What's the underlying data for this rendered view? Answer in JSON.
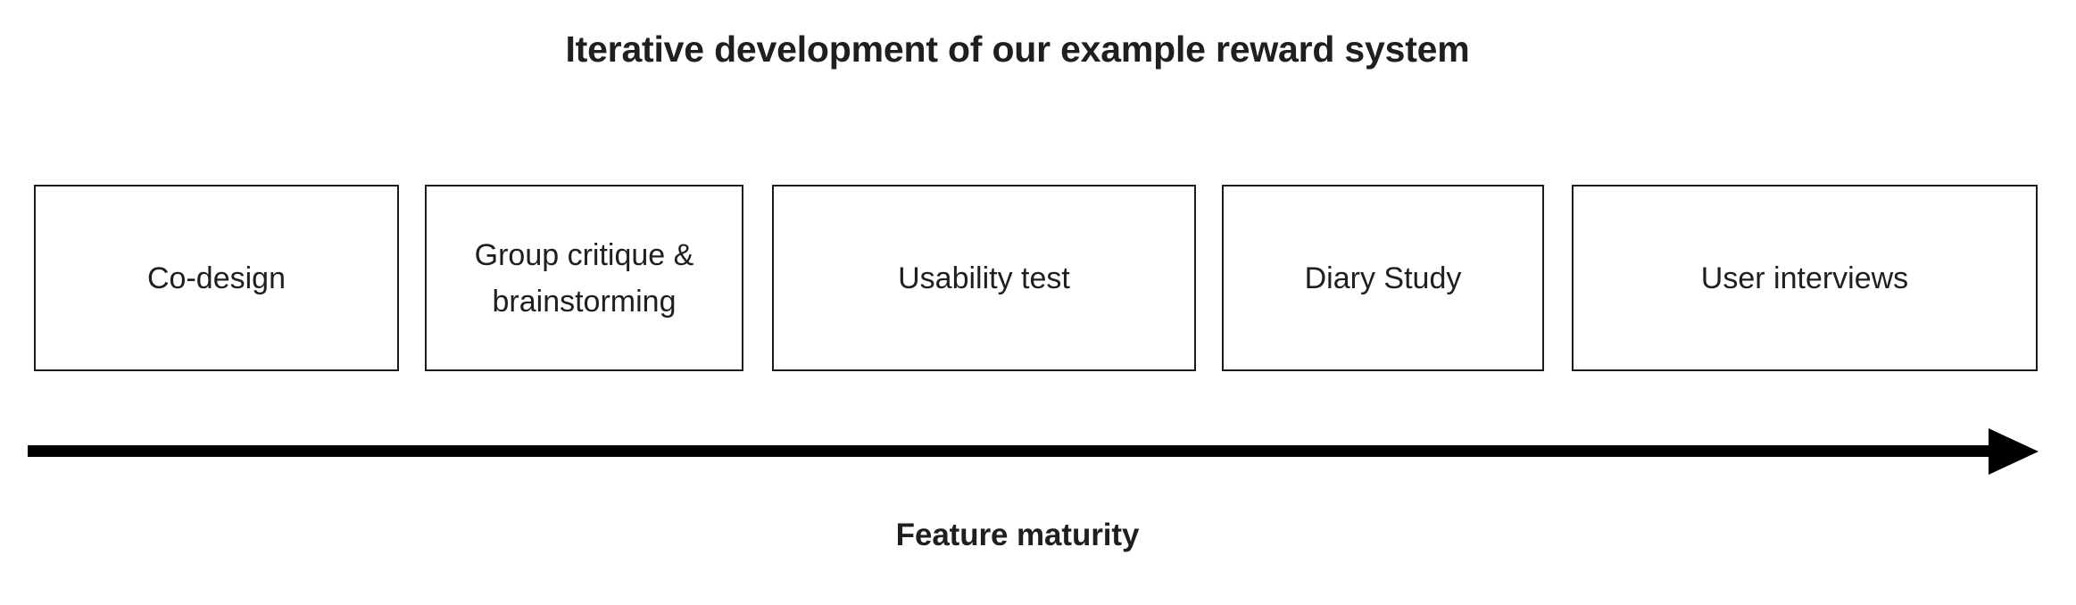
{
  "title": "Iterative development of our example reward system",
  "axis": {
    "caption": "Feature maturity",
    "arrow_icon": "right-arrow-icon",
    "direction": "left-to-right",
    "color": "#000000"
  },
  "theme": {
    "background": "#ffffff",
    "text": "#1f1f1f",
    "box_border": "#1c1c1c",
    "box_fill": "#ffffff"
  },
  "stages": [
    {
      "label": "Co-design"
    },
    {
      "label": "Group critique &\nbrainstorming"
    },
    {
      "label": "Usability test"
    },
    {
      "label": "Diary Study"
    },
    {
      "label": "User interviews"
    }
  ]
}
